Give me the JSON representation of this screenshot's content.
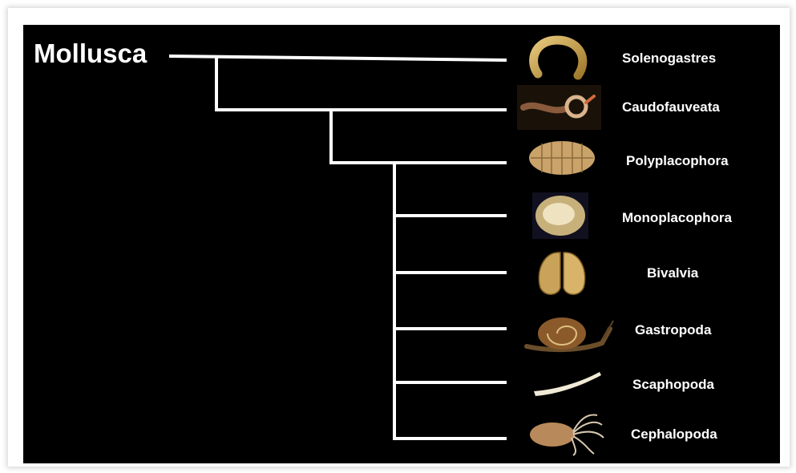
{
  "root": "Mollusca",
  "taxa": [
    {
      "name": "Solenogastres",
      "icon": "worm-ring-icon"
    },
    {
      "name": "Caudofauveata",
      "icon": "worm-curl-icon"
    },
    {
      "name": "Polyplacophora",
      "icon": "chiton-icon"
    },
    {
      "name": "Monoplacophora",
      "icon": "limpet-shell-icon"
    },
    {
      "name": "Bivalvia",
      "icon": "clam-shell-icon"
    },
    {
      "name": "Gastropoda",
      "icon": "snail-icon"
    },
    {
      "name": "Scaphopoda",
      "icon": "tusk-shell-icon"
    },
    {
      "name": "Cephalopoda",
      "icon": "squid-icon"
    }
  ],
  "colors": {
    "background": "#000000",
    "lines": "#ffffff",
    "text": "#ffffff"
  }
}
